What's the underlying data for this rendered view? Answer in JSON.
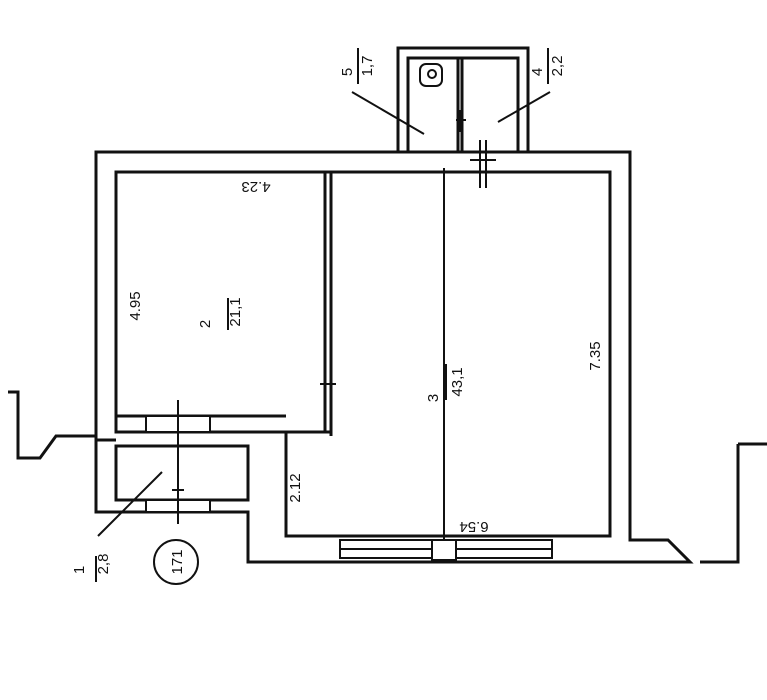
{
  "plan": {
    "room_labels": {
      "room1_number": "1",
      "room1_area": "2,8",
      "room2_number": "2",
      "room2_area": "21,1",
      "room3_number": "3",
      "room3_area": "43,1",
      "room4_number": "4",
      "room4_area": "2,2",
      "room5_number": "5",
      "room5_area": "1,7"
    },
    "dimensions": {
      "room2_width": "4.23",
      "room2_height": "4.95",
      "room3_height": "7.35",
      "room3_width": "6.54",
      "corridor_height": "2.12"
    },
    "unit_number": "171"
  }
}
